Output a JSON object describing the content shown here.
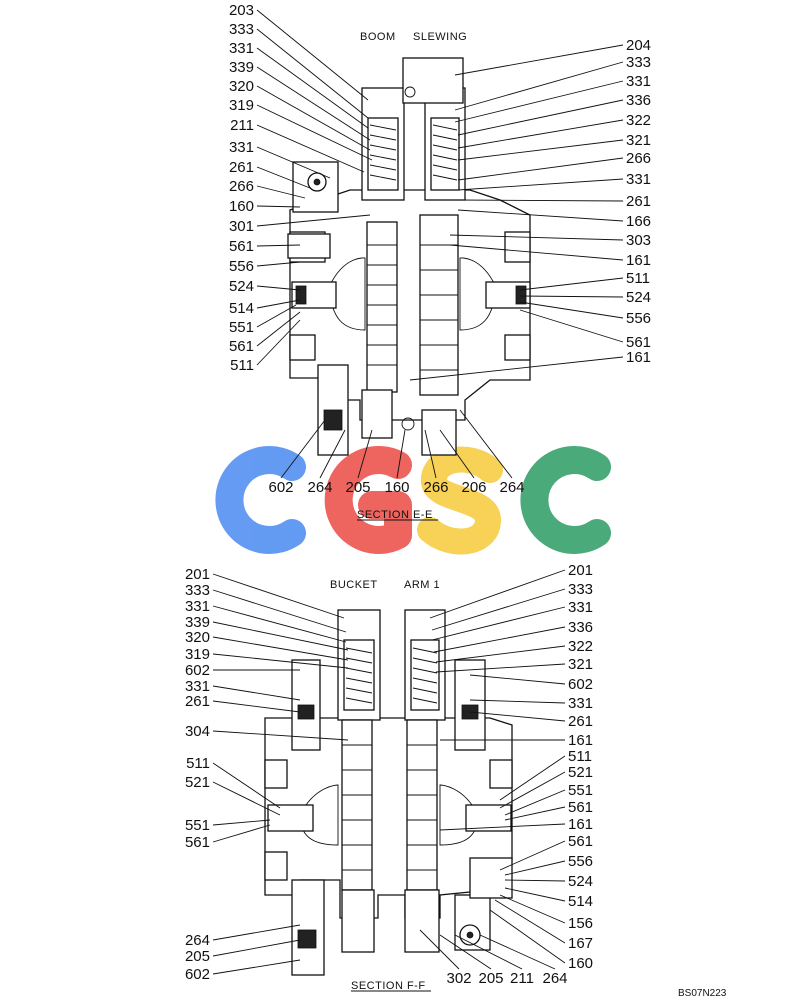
{
  "wm": {
    "c1": "#4a8af0",
    "c2": "#ea4b43",
    "c3": "#f6cb3a",
    "c4": "#2c9c62"
  },
  "top": {
    "title_left": "BOOM",
    "title_right": "SLEWING",
    "section": "SECTION  E-E",
    "left": [
      "203",
      "333",
      "331",
      "339",
      "320",
      "319",
      "211",
      "331",
      "261",
      "266",
      "160",
      "301",
      "561",
      "556",
      "524",
      "514",
      "551",
      "561",
      "511"
    ],
    "right": [
      "204",
      "333",
      "331",
      "336",
      "322",
      "321",
      "266",
      "331",
      "261",
      "166",
      "303",
      "161",
      "511",
      "524",
      "556",
      "561",
      "161"
    ],
    "bottom": [
      "602",
      "264",
      "205",
      "160",
      "266",
      "206",
      "264"
    ]
  },
  "bottomview": {
    "title_left": "BUCKET",
    "title_right": "ARM 1",
    "section": "SECTION  F-F",
    "left": [
      "201",
      "333",
      "331",
      "339",
      "320",
      "319",
      "602",
      "331",
      "261",
      "304",
      "511",
      "521",
      "551",
      "561",
      "264",
      "205",
      "602"
    ],
    "right": [
      "201",
      "333",
      "331",
      "336",
      "322",
      "321",
      "602",
      "331",
      "261",
      "161",
      "511",
      "521",
      "551",
      "561",
      "161",
      "561",
      "556",
      "524",
      "514",
      "156",
      "167",
      "160"
    ],
    "bottom": [
      "302",
      "205",
      "211",
      "264"
    ]
  },
  "code": "BS07N223"
}
